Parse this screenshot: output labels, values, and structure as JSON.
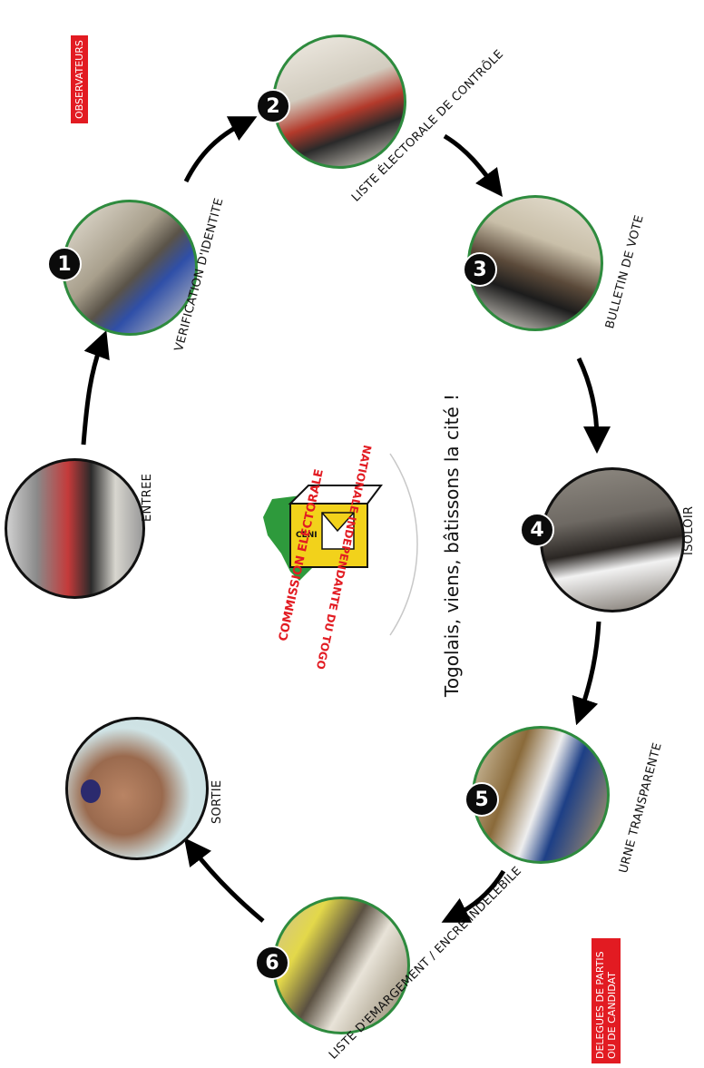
{
  "observers_label": "OBSERVATEURS",
  "delegates_label": "DELEGUES DE PARTIS OU DE CANDIDAT",
  "slogan": "Togolais, viens, bâtissons la cité !",
  "logo": {
    "arc_top": "COMMISSION ELECTORALE",
    "arc_bottom": "NATIONALE INDEPENDANTE DU TOGO",
    "box_text": "CENI"
  },
  "steps": [
    {
      "id": "entree",
      "number": "",
      "label": "ENTREE"
    },
    {
      "id": "verification",
      "number": "1",
      "label": "VERIFICATION D'IDENTITE"
    },
    {
      "id": "liste-controle",
      "number": "2",
      "label": "LISTE ÉLECTORALE DE CONTRÔLE"
    },
    {
      "id": "bulletin",
      "number": "3",
      "label": "BULLETIN DE VOTE"
    },
    {
      "id": "isoloir",
      "number": "4",
      "label": "ISOLOIR"
    },
    {
      "id": "urne",
      "number": "5",
      "label": "URNE TRANSPARENTE"
    },
    {
      "id": "emargement",
      "number": "6",
      "label": "LISTE D'EMARGEMENT / ENCRE INDELEBILE"
    },
    {
      "id": "sortie",
      "number": "",
      "label": "SORTIE"
    }
  ],
  "colors": {
    "ring_green": "#2e8b3e",
    "red": "#e21b22",
    "map_green": "#2e9a3c",
    "ballot_yellow": "#f2d21b"
  }
}
